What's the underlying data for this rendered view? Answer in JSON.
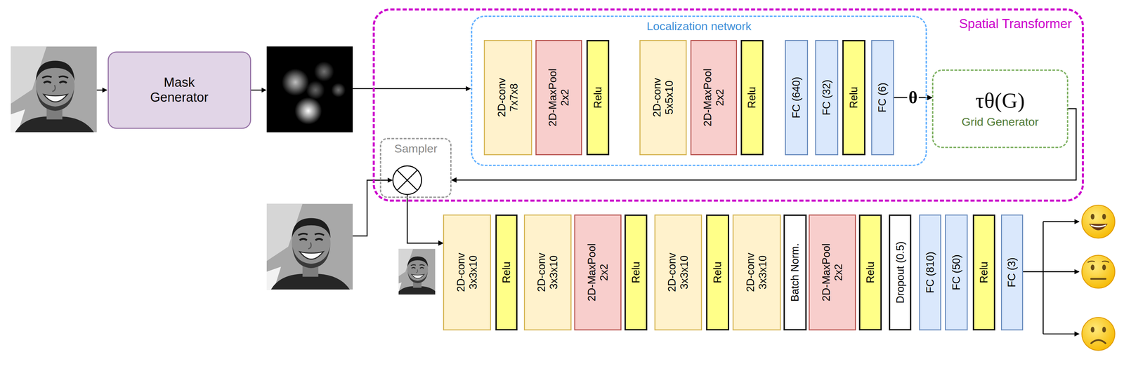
{
  "diagram": {
    "nodes": [
      {
        "text": [
          "Mask Generator"
        ]
      },
      {
        "text": [
          "Spatial Transformer"
        ]
      },
      {
        "text": [
          "Localization network"
        ],
        "in": 1
      },
      {
        "text": [
          "2D-conv 7x7x8"
        ],
        "in": 2
      },
      {
        "text": [
          "2D-MaxPool 2x2"
        ],
        "in": 2
      },
      {
        "text": [
          "Relu"
        ],
        "in": 2
      },
      {
        "text": [
          "2D-conv 5x5x10"
        ],
        "in": 2
      },
      {
        "text": [
          "2D-MaxPool 2x2"
        ],
        "in": 2
      },
      {
        "text": [
          "Relu"
        ],
        "in": 2
      },
      {
        "text": [
          "FC (640)"
        ],
        "in": 2
      },
      {
        "text": [
          "FC (32)"
        ],
        "in": 2
      },
      {
        "text": [
          "Relu"
        ],
        "in": 2
      },
      {
        "text": [
          "FC (6)"
        ],
        "in": 2
      },
      {
        "text": [
          "τθ(G)",
          "Grid Generator"
        ],
        "in": 1
      },
      {
        "text": [
          "Sampler"
        ],
        "in": 1
      },
      {
        "text": [
          "2D-conv 3x3x10"
        ]
      },
      {
        "text": [
          "Relu"
        ]
      },
      {
        "text": [
          "2D-conv 3x3x10"
        ]
      },
      {
        "text": [
          "2D-MaxPool 2x2"
        ]
      },
      {
        "text": [
          "Relu"
        ]
      },
      {
        "text": [
          "2D-conv 3x3x10"
        ]
      },
      {
        "text": [
          "Relu"
        ]
      },
      {
        "text": [
          "2D-conv 3x3x10"
        ]
      },
      {
        "text": [
          "Batch Norm."
        ]
      },
      {
        "text": [
          "2D-MaxPool 2x2"
        ]
      },
      {
        "text": [
          "Relu"
        ]
      },
      {
        "text": [
          "Dropout (0.5)"
        ]
      },
      {
        "text": [
          "FC (810)"
        ]
      },
      {
        "text": [
          "FC (50)"
        ]
      },
      {
        "text": [
          "Relu"
        ]
      },
      {
        "text": [
          "FC (3)"
        ]
      }
    ],
    "edges": [
      {
        "from": 12,
        "to": 13,
        "label": "θ",
        "arrow": "to"
      },
      {
        "from": 13,
        "to": 14,
        "arrow": "to"
      },
      {
        "from": 14,
        "to": 15,
        "arrow": "to"
      }
    ]
  }
}
